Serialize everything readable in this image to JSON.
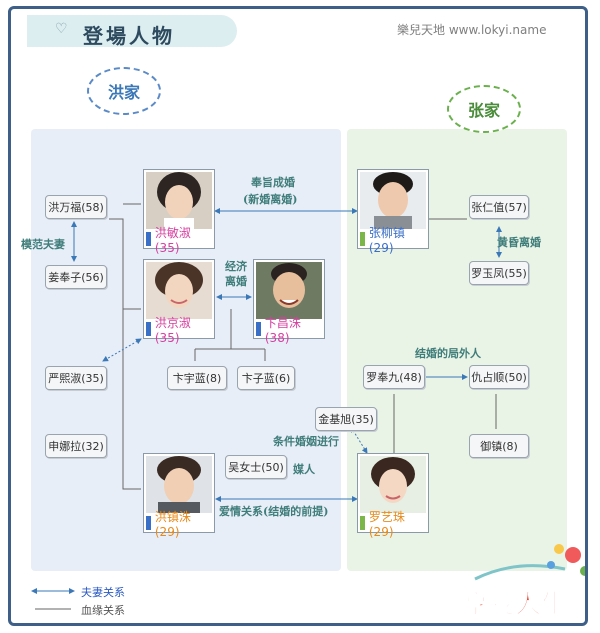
{
  "header": {
    "title": "登場人物",
    "site": "樂兒天地  www.lokyi.name"
  },
  "families": {
    "hong": "洪家",
    "zhang": "张家"
  },
  "people": {
    "hong_wanfu": "洪万福(58)",
    "jiang_fengzi": "姜奉子(56)",
    "yan_xishu": "严熙淑(35)",
    "shen_nala": "申娜拉(32)",
    "bian_yulan": "卞宇蓝(8)",
    "bian_zilan": "卞子蓝(6)",
    "wu_nvshi": "吴女士(50)",
    "zhang_renzhi": "张仁值(57)",
    "luo_yufeng": "罗玉凤(55)",
    "luo_fengjiu": "罗奉九(48)",
    "qiu_zhanshun": "仇占顺(50)",
    "jin_jixu": "金基旭(35)",
    "yu_zhen": "御镇(8)"
  },
  "portraits": {
    "hong_minshu": "洪敏淑(35)",
    "zhang_liuzhen": "张柳镇(29)",
    "hong_jingshu": "洪京淑(35)",
    "bian_changzhu": "卞昌洙(38)",
    "hong_zhenzhu": "洪镇洙(29)",
    "luo_yizhu": "罗艺珠(29)"
  },
  "relations": {
    "contract_marriage": "奉旨成婚",
    "contract_marriage_sub": "(新婚离婚)",
    "model_couple": "模范夫妻",
    "twilight_marriage": "黄昏离婚",
    "economic_divorce": "经济离婚",
    "outsider": "结婚的局外人",
    "conditional_marriage": "条件婚姻进行",
    "matchmaker": "媒人",
    "love_relation": "爱情关系(结婚的前提)"
  },
  "legend": {
    "spouse": "夫妻关系",
    "blood": "血缘关系"
  },
  "deco": {
    "logo_text": "享受人生"
  },
  "colors": {
    "frame": "#3d5f88",
    "spouse_line": "#3a78b8",
    "blood_line": "#666666",
    "female_tag": "#d63fa0",
    "male_tag": "#3a6fc8",
    "green_tag": "#7ab648"
  }
}
